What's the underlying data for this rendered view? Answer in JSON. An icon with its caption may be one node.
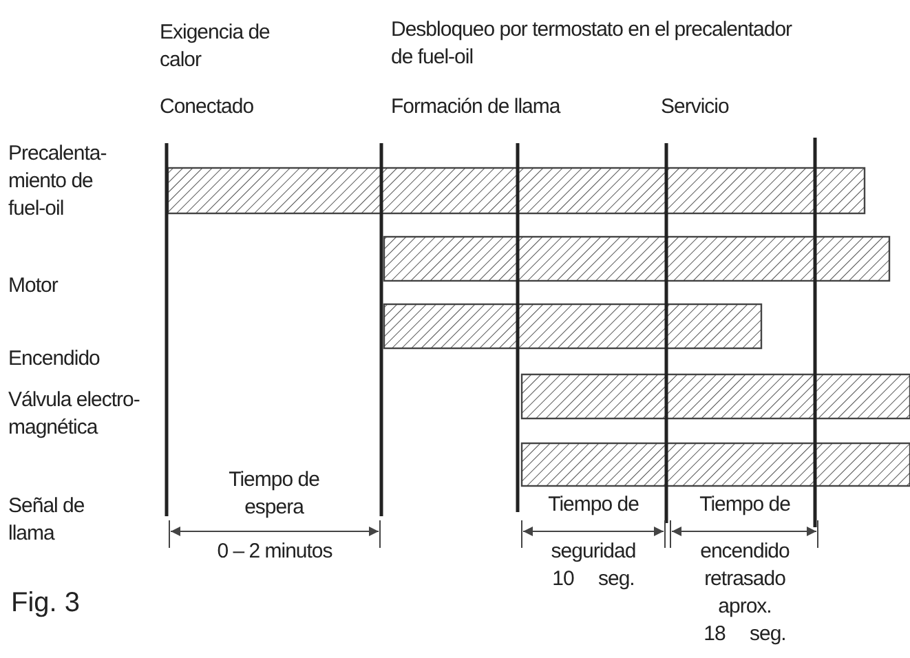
{
  "diagram": {
    "caption": "Fig. 3",
    "labels": [
      "Exigencia de calor",
      "Desbloqueo por termostato en el precalentador de fuel-oil",
      "Conectado",
      "Formación de llama",
      "Servicio",
      "Precalenta- miento de fuel-oil",
      "Motor",
      "Encendido",
      "Válvula electro- magnética",
      "Señal de llama",
      "Tiempo de espera",
      "0 – 2 minutos",
      "Tiempo de",
      "seguridad 10 seg.",
      "Tiempo de",
      "encendido retrasado aprox. 18 seg."
    ]
  }
}
